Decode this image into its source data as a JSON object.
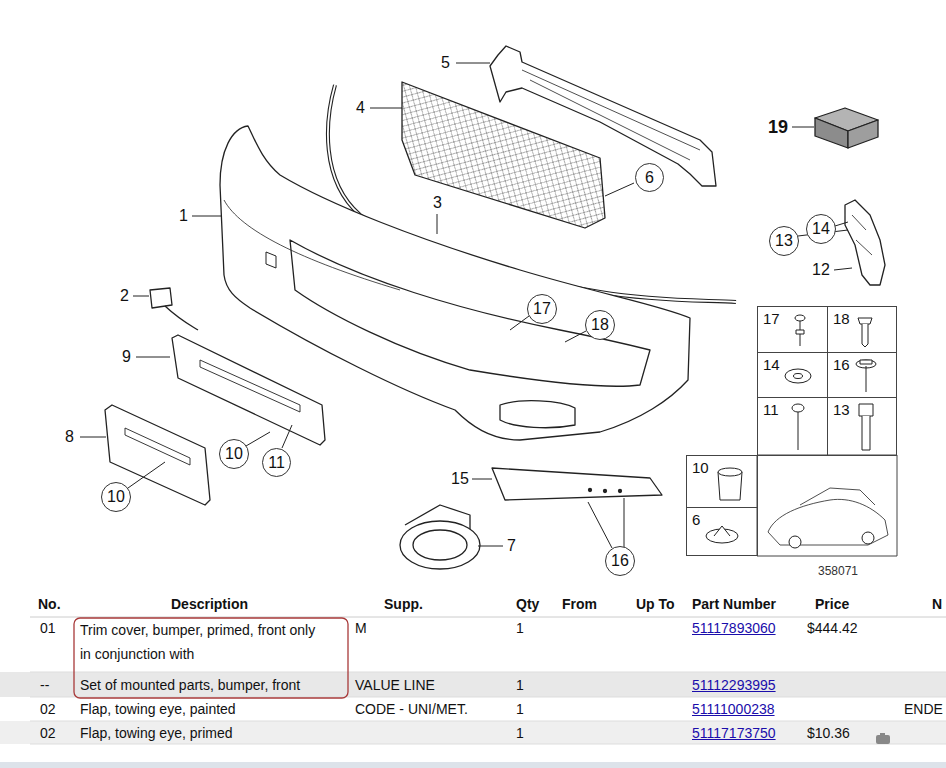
{
  "diagram": {
    "nodes": [
      {
        "text": [
          "6"
        ]
      },
      {
        "text": [
          "14"
        ]
      },
      {
        "text": [
          "13"
        ]
      },
      {
        "text": [
          "17"
        ]
      },
      {
        "text": [
          "18"
        ]
      },
      {
        "text": [
          "17"
        ]
      },
      {
        "text": [
          "18"
        ]
      },
      {
        "text": [
          "14"
        ]
      },
      {
        "text": [
          "16"
        ]
      },
      {
        "text": [
          "11"
        ]
      },
      {
        "text": [
          "13"
        ]
      },
      {
        "text": [
          "10"
        ]
      },
      {
        "text": [
          "11"
        ]
      },
      {
        "text": [
          "10"
        ]
      },
      {
        "text": [
          "10"
        ]
      },
      {
        "text": [
          "6"
        ]
      },
      {
        "text": [
          "16"
        ]
      }
    ],
    "labels": [
      "5",
      "4",
      "19",
      "3",
      "1",
      "12",
      "2",
      "9",
      "8",
      "15",
      "7",
      "358071",
      "No.",
      "Description",
      "Supp.",
      "Qty",
      "From",
      "Up To",
      "Part Number",
      "Price",
      "N",
      "01",
      "Trim cover, bumper, primed, front only in conjunction with",
      "M",
      "1",
      "51117893060",
      "$444.42",
      "--",
      "Set of mounted parts, bumper, front",
      "VALUE LINE",
      "1",
      "51112293995",
      "02",
      "Flap, towing eye, painted",
      "CODE - UNI/MET.",
      "1",
      "51111000238",
      "ENDE",
      "02",
      "Flap, towing eye, primed",
      "1",
      "51117173750",
      "$10.36"
    ]
  }
}
